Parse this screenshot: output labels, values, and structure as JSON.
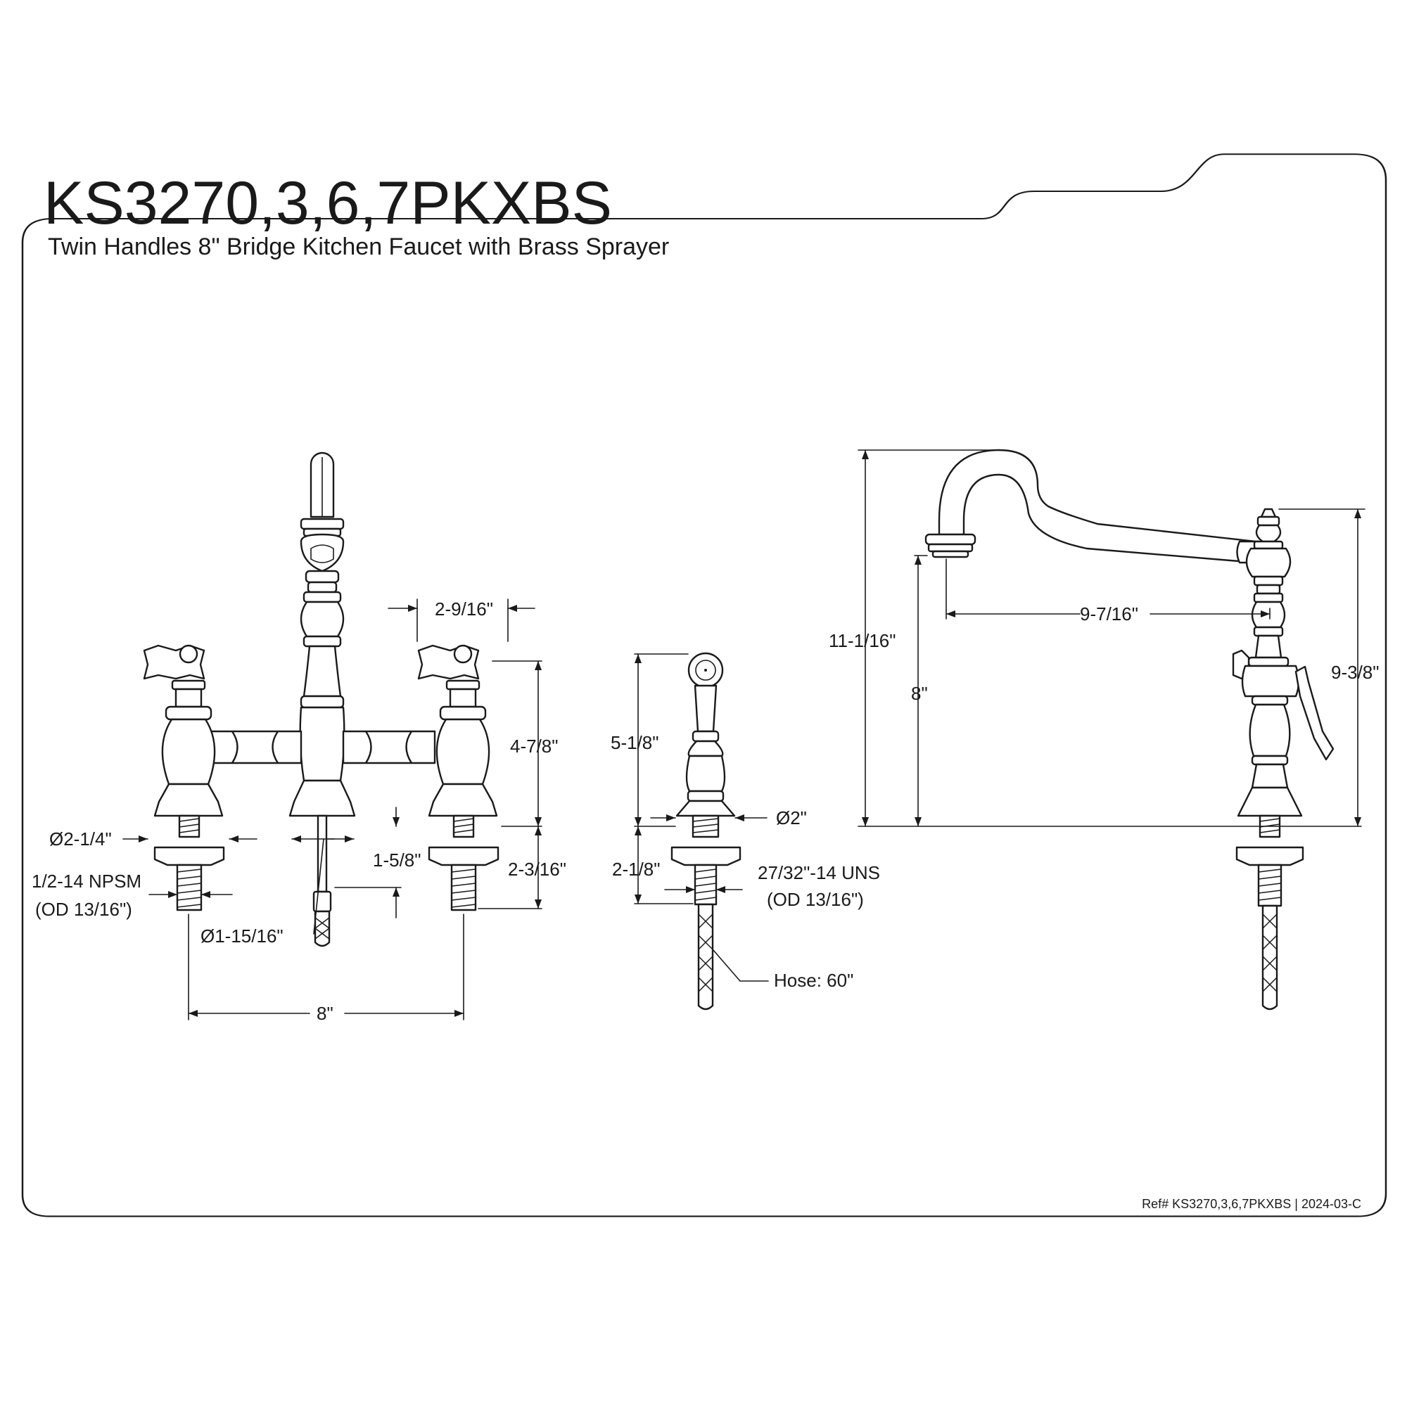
{
  "title": {
    "model": "KS3270,3,6,7PKXBS",
    "subtitle": "Twin Handles 8\" Bridge Kitchen Faucet with Brass Sprayer"
  },
  "front_view": {
    "spout_to_handle_center": "2-9/16\"",
    "handle_height": "4-7/8\"",
    "base_diameter": "Ø2-1/4\"",
    "connection_thread": "1/2-14 NPSM",
    "connection_od": "(OD 13/16\")",
    "center_base_diameter": "Ø1-15/16\"",
    "center_shank_length": "1-5/8\"",
    "side_shank_length": "2-3/16\"",
    "center_spread": "8\""
  },
  "sprayer_view": {
    "height": "5-1/8\"",
    "base_diameter": "Ø2\"",
    "shank_length": "2-1/8\"",
    "thread": "27/32\"-14 UNS",
    "thread_od": "(OD 13/16\")",
    "hose": "Hose: 60\""
  },
  "side_view": {
    "overall_height": "11-1/16\"",
    "spout_clearance": "8\"",
    "spout_reach": "9-7/16\"",
    "body_height": "9-3/8\""
  },
  "footer": {
    "reference": "Ref# KS3270,3,6,7PKXBS | 2024-03-C"
  }
}
